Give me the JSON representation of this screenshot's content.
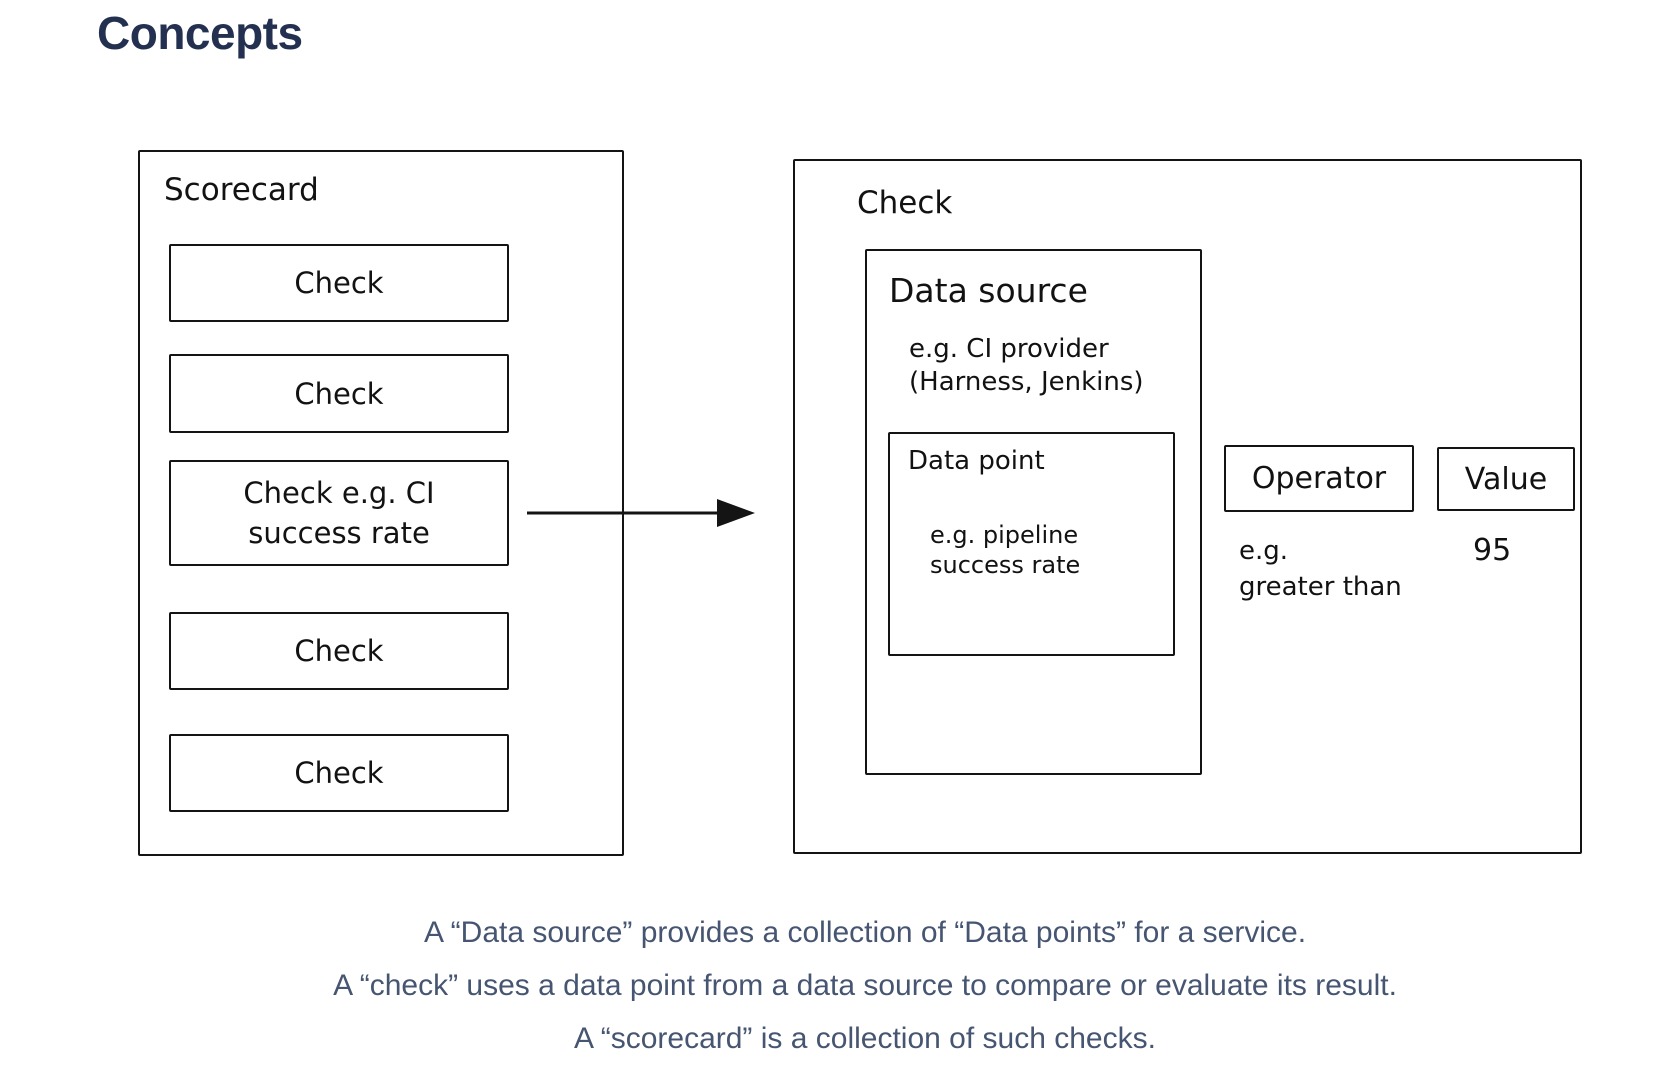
{
  "page": {
    "title": "Concepts"
  },
  "scorecard": {
    "label": "Scorecard",
    "checks": [
      "Check",
      "Check",
      "Check e.g. CI success rate",
      "Check",
      "Check"
    ]
  },
  "check_panel": {
    "label": "Check",
    "data_source": {
      "label": "Data source",
      "example_lines": [
        "e.g. CI provider",
        "(Harness, Jenkins)"
      ],
      "data_point": {
        "label": "Data point",
        "example_lines": [
          "e.g. pipeline",
          "success rate"
        ]
      }
    },
    "operator": {
      "label": "Operator",
      "example_lines": [
        "e.g.",
        "greater than"
      ]
    },
    "value": {
      "label": "Value",
      "example": "95"
    }
  },
  "footer": {
    "lines": [
      "A “Data source” provides a collection of “Data points” for a service.",
      "A “check” uses a data point from a data source to compare or evaluate its result.",
      "A “scorecard” is a collection of such checks."
    ]
  },
  "colors": {
    "title": "#243050",
    "ink": "#141414",
    "caption": "#465571",
    "background": "#ffffff"
  }
}
